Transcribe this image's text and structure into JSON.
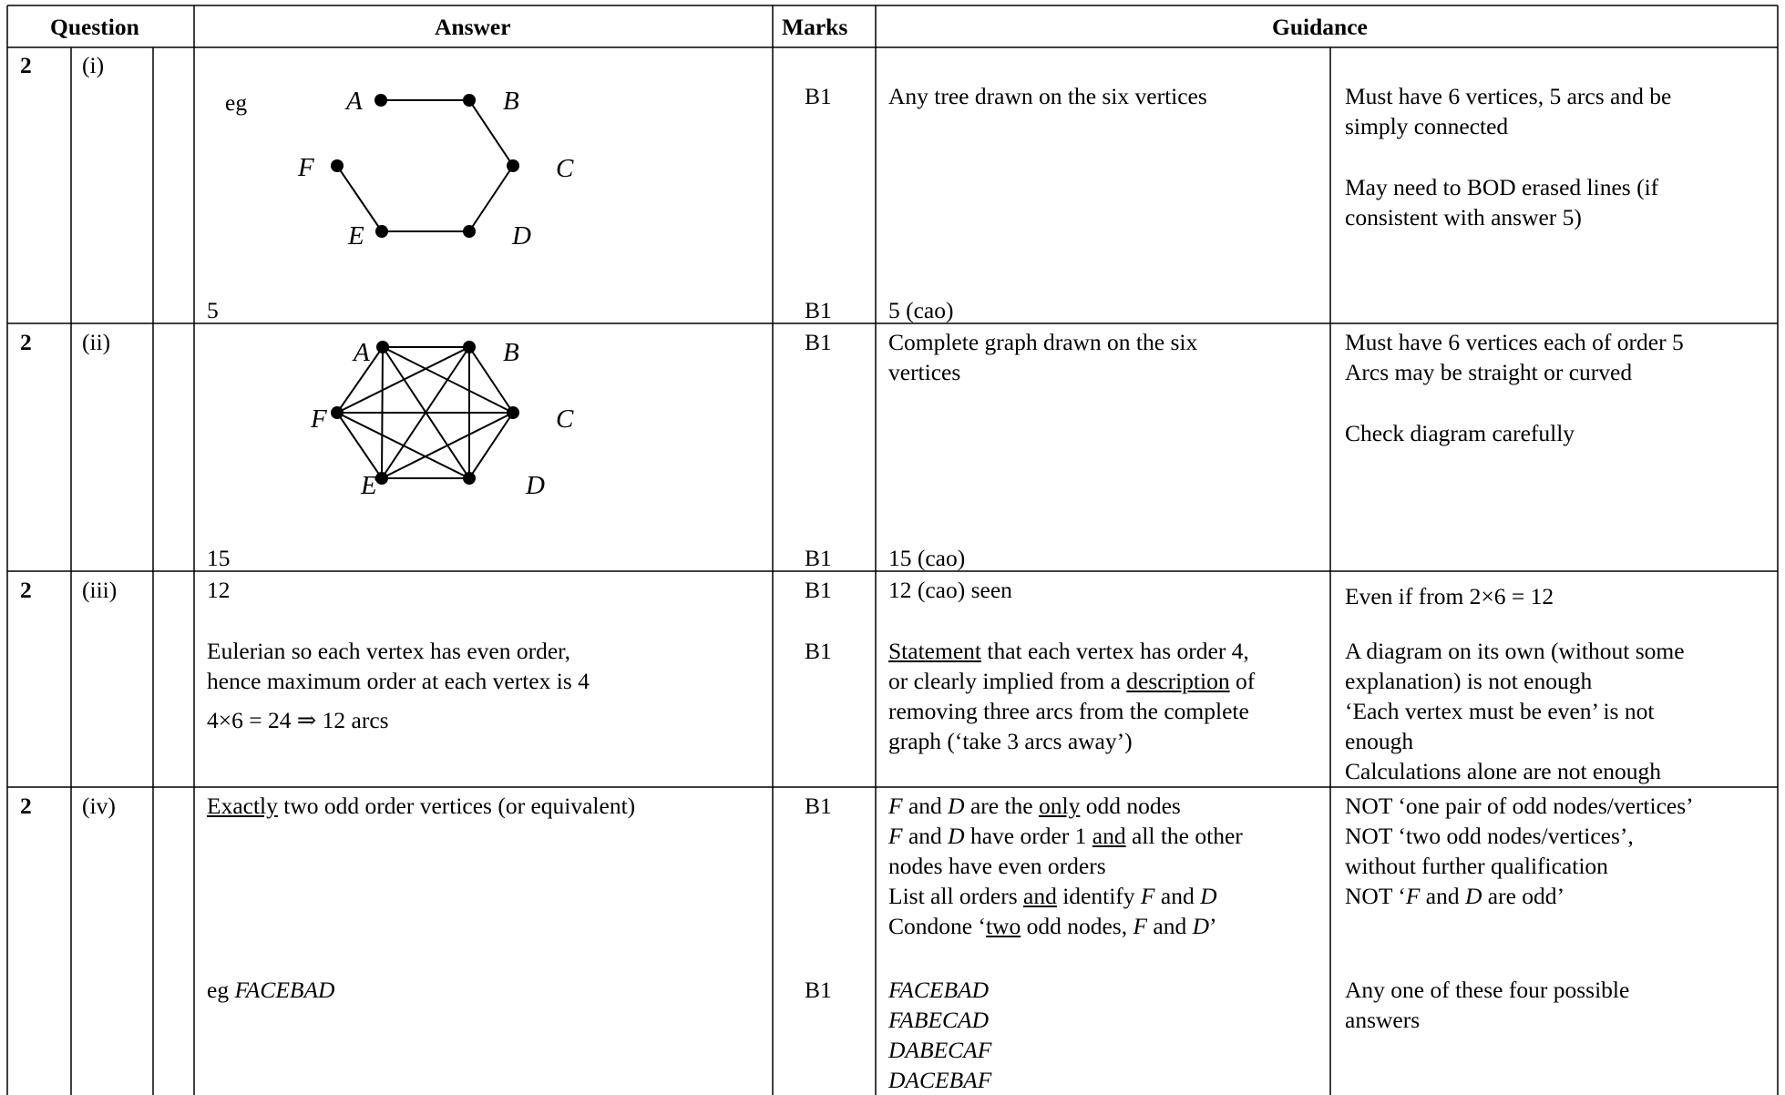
{
  "header": {
    "question": "Question",
    "answer": "Answer",
    "marks": "Marks",
    "guidance": "Guidance"
  },
  "rows": [
    {
      "q": "2",
      "part": "(i)",
      "answer": {
        "eg": "eg",
        "value": "5"
      },
      "marks": [
        "B1",
        "B1"
      ],
      "guidance_a": [
        "Any tree drawn on the six vertices",
        "5 (cao)"
      ],
      "guidance_b": [
        "Must have 6 vertices, 5 arcs and be",
        "simply connected",
        "May need to BOD erased lines (if",
        "consistent with answer 5)"
      ],
      "diagram_labels": [
        "A",
        "B",
        "C",
        "D",
        "E",
        "F"
      ]
    },
    {
      "q": "2",
      "part": "(ii)",
      "answer": {
        "value": "15"
      },
      "marks": [
        "B1",
        "B1"
      ],
      "guidance_a": [
        "Complete graph drawn on the six",
        "vertices",
        "15 (cao)"
      ],
      "guidance_b": [
        "Must have 6 vertices each of order 5",
        "Arcs may be straight or curved",
        "Check diagram carefully"
      ],
      "diagram_labels": [
        "A",
        "B",
        "C",
        "D",
        "E",
        "F"
      ]
    },
    {
      "q": "2",
      "part": "(iii)",
      "answer": [
        "12",
        "Eulerian so each vertex has even order,",
        "hence maximum order at each vertex is 4",
        "4×6 = 24 ⇒ 12 arcs"
      ],
      "marks": [
        "B1",
        "B1"
      ],
      "guidance_a": {
        "l1": "12 (cao) seen",
        "l2_u": "Statement",
        "l2_rest": " that each vertex has order 4,",
        "l3_pre": "or clearly implied from a ",
        "l3_u": "description",
        "l3_post": " of",
        "l4": "removing three arcs from the complete",
        "l5": "graph (‘take 3 arcs away’)"
      },
      "guidance_b": [
        "Even if from 2×6 = 12",
        "A diagram on its own (without some",
        "explanation) is not enough",
        "‘Each vertex must be even’ is not",
        "enough",
        "Calculations alone are not enough"
      ]
    },
    {
      "q": "2",
      "part": "(iv)",
      "answer": {
        "l1_u": "Exactly",
        "l1_rest": " two odd order vertices (or equivalent)",
        "l2_pre": "eg ",
        "l2_it": "FACEBAD"
      },
      "marks": [
        "B1",
        "B1"
      ],
      "guidance_a": {
        "a1_f": "F",
        "a1_and": " and ",
        "a1_d": "D",
        "a1_are": " are the ",
        "a1_only": "only",
        "a1_end": " odd nodes",
        "a2_f": "F",
        "a2_and": " and ",
        "a2_d": "D",
        "a2_have": " have order 1 ",
        "a2_u": "and",
        "a2_end": " all the other",
        "a3": "nodes have even orders",
        "a4_pre": "List all orders ",
        "a4_u": "and",
        "a4_mid": " identify ",
        "a4_f": "F",
        "a4_and": " and ",
        "a4_d": "D",
        "a5_pre": "Condone ‘",
        "a5_u": "two",
        "a5_mid": " odd nodes, ",
        "a5_f": "F",
        "a5_and": " and ",
        "a5_d": "D",
        "a5_end": "’",
        "routes": [
          "FACEBAD",
          "FABECAD",
          "DABECAF",
          "DACEBAF"
        ]
      },
      "guidance_b": {
        "b1": "NOT ‘one pair of odd nodes/vertices’",
        "b2": "NOT ‘two odd nodes/vertices’,",
        "b3": "without further qualification",
        "b4_pre": "NOT ‘",
        "b4_f": "F",
        "b4_and": " and ",
        "b4_d": "D",
        "b4_end": " are odd’",
        "b5": "Any one of  these four possible",
        "b6": "answers"
      }
    }
  ]
}
